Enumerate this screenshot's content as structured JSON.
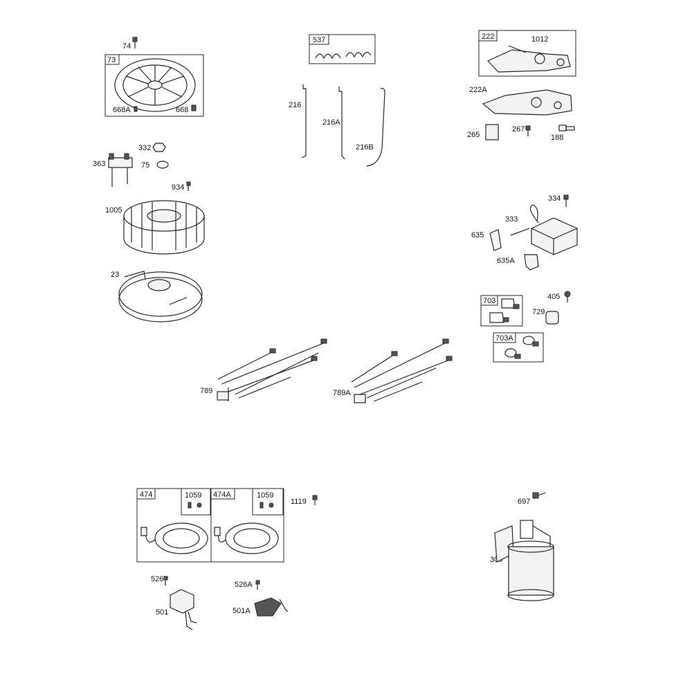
{
  "parts": {
    "p74": "74",
    "p73": "73",
    "p668A": "668A",
    "p668": "668",
    "p332": "332",
    "p363": "363",
    "p75": "75",
    "p934": "934",
    "p1005": "1005",
    "p23": "23",
    "p537": "537",
    "p216": "216",
    "p216A": "216A",
    "p216B": "216B",
    "p222": "222",
    "p1012": "1012",
    "p222A": "222A",
    "p265": "265",
    "p267": "267",
    "p188": "188",
    "p334": "334",
    "p333": "333",
    "p635": "635",
    "p635A": "635A",
    "p703": "703",
    "p405": "405",
    "p729": "729",
    "p703A": "703A",
    "p789": "789",
    "p789A": "789A",
    "p474": "474",
    "p1059a": "1059",
    "p474A": "474A",
    "p1059b": "1059",
    "p1119": "1119",
    "p526": "526",
    "p501": "501",
    "p526A": "526A",
    "p501A": "501A",
    "p697": "697",
    "p309": "309"
  }
}
